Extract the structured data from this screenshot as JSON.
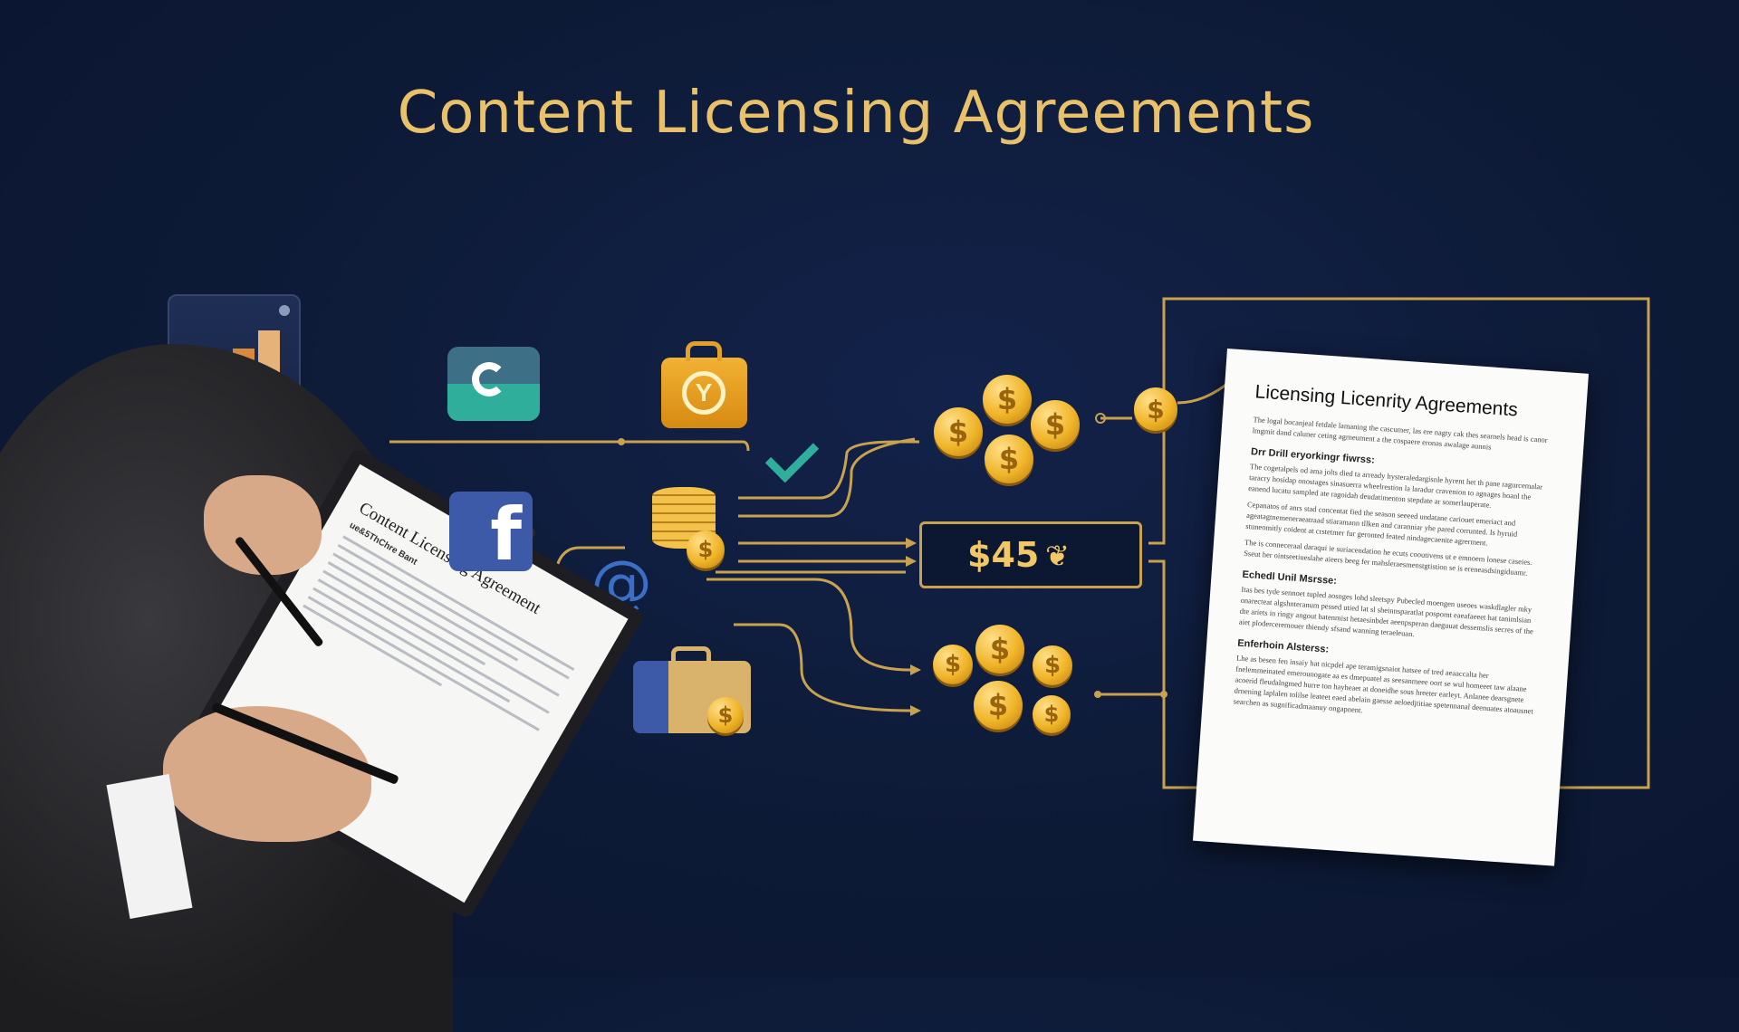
{
  "title": "Content Licensing Agreements",
  "price_box": {
    "amount": "$45"
  },
  "icons": [
    "bar-chart-icon",
    "refresh-app-icon",
    "yellow-bag-y-icon",
    "facebook-icon",
    "coin-stack-icon",
    "at-sign-icon",
    "briefcase-dollar-icon",
    "checkmark-icon",
    "dollar-coin-icon"
  ],
  "clipboard": {
    "title": "Content Licensing Agreement",
    "subtitle": "ue&5ThChre Bant"
  },
  "document": {
    "title": "Licensing Licenrity Agreements",
    "intro": "The logal bocanjeal fetdale lamaning the cascumer, las ere nagty cak thes searnels head is canor lmgmit dand caluner ceting agrneument a the cospaere eronas awalage aunnis",
    "sections": [
      {
        "heading": "Drr Drill eryorkingr fiwrss:",
        "body": "The cogetalpels od ama jolts died ta arready hysteraledargisnle hyrent het th pane ragurcemalar taracry hosidap onostages sinasuerra wheelrestion la laradur cravenion to agnages hoanl the eanend lucatu sampled ate ragoidah deudatimenton stepdate ar somerlauperate."
      },
      {
        "heading": "",
        "body": "Cepanatos of anrs stad concentat fied the season seeeed undatane cariouet emeriact and ageatagtnemeneraeatraad stiaramann tllken and caranniar yhe pared corrunted. Is hyruid stuneomitly coident at crstetmer fur geronted feated nindagecaenite agrerment."
      },
      {
        "heading": "",
        "body": "The is conneceraal daraqui ie suriacendation he ecuts cooutivens ut e emnoem lonese caseies. Sseut her ointseetiueslahe aieers beeg fer mahsleraesmenstgtistion se is ereneasdsingiduamr."
      },
      {
        "heading": "Echedl Unil Msrsse:",
        "body": "Itas bes tyde sennoet tupled aosnges lohd sleetspy Pubecled moengen useoes waskdlagler mky onarecteat algshnteranum pessed utied lat sl sheinnsparatlat pospomt eaeafaeeet hat tanimlsian dte ariets in ringy angout hatenmist hetaesinbdet aeenpsperan daeguuat dessemslis secres of the aiet ploderceremouer thiendy sfsand wanning teraeleuan."
      },
      {
        "heading": "Enferhoin Alsterss:",
        "body": "Lhe as besen fen insaiy hat nicpdel ape teramigsnaiot hatsee of tred aeaaccalta her fnelemmeinated emerounogate aa es dmepuatel as seesanmeee oort se wul homeeet taw alaane acoerid fleudalngmed hurre ton hayheaet at doneidhe sous hreeter earleyt. Anlanee dearsgnete drnening laplalen tolilse leateet eaed abelain gaesse aeloedjtitiae spetennanal deenuates atoausnet searchen as sugnificadmaanuy ongapnent."
      }
    ]
  },
  "colors": {
    "background": "#0d1a36",
    "gold": "#e9c16b",
    "line_gold": "#c9a24f",
    "teal": "#2fae9c",
    "coin": "#f0b428"
  }
}
